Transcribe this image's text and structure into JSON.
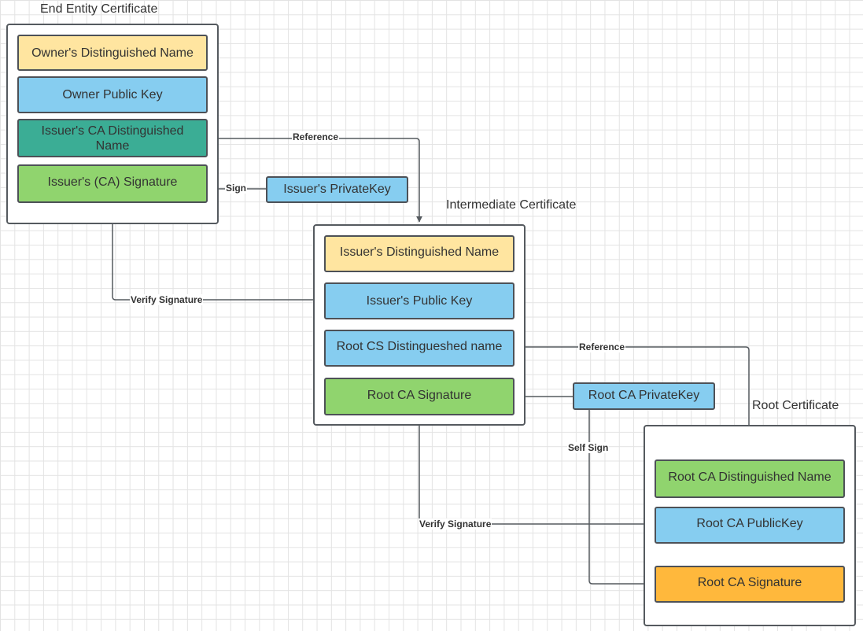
{
  "groups": {
    "end_entity": {
      "title": "End Entity Certificate",
      "owner_dn": "Owner's Distinguished Name",
      "owner_key": "Owner Public  Key",
      "issuer_dn": "Issuer's CA Distinguished Name",
      "issuer_sig": "Issuer's (CA) Signature"
    },
    "intermediate": {
      "title": "Intermediate Certificate",
      "issuer_dn": "Issuer's Distinguished Name",
      "issuer_key": "Issuer's Public  Key",
      "root_dn": "Root CS Distingueshed name",
      "root_sig": "Root CA Signature"
    },
    "root": {
      "title": "Root Certificate",
      "dn": "Root CA Distinguished Name",
      "public_key": "Root CA PublicKey",
      "signature": "Root CA Signature"
    }
  },
  "keys": {
    "issuer_private": "Issuer's PrivateKey",
    "root_private": "Root CA PrivateKey"
  },
  "edges": {
    "reference_1": "Reference",
    "sign": "Sign",
    "verify_1": "Verify Signature",
    "reference_2": "Reference",
    "self_sign": "Self Sign",
    "verify_2": "Verify Signature"
  },
  "colors": {
    "yellow": "#ffe5a0",
    "blue": "#86cdf0",
    "teal": "#3bad95",
    "green": "#90d46e",
    "orange": "#ffb83c",
    "line": "#555a5f"
  }
}
